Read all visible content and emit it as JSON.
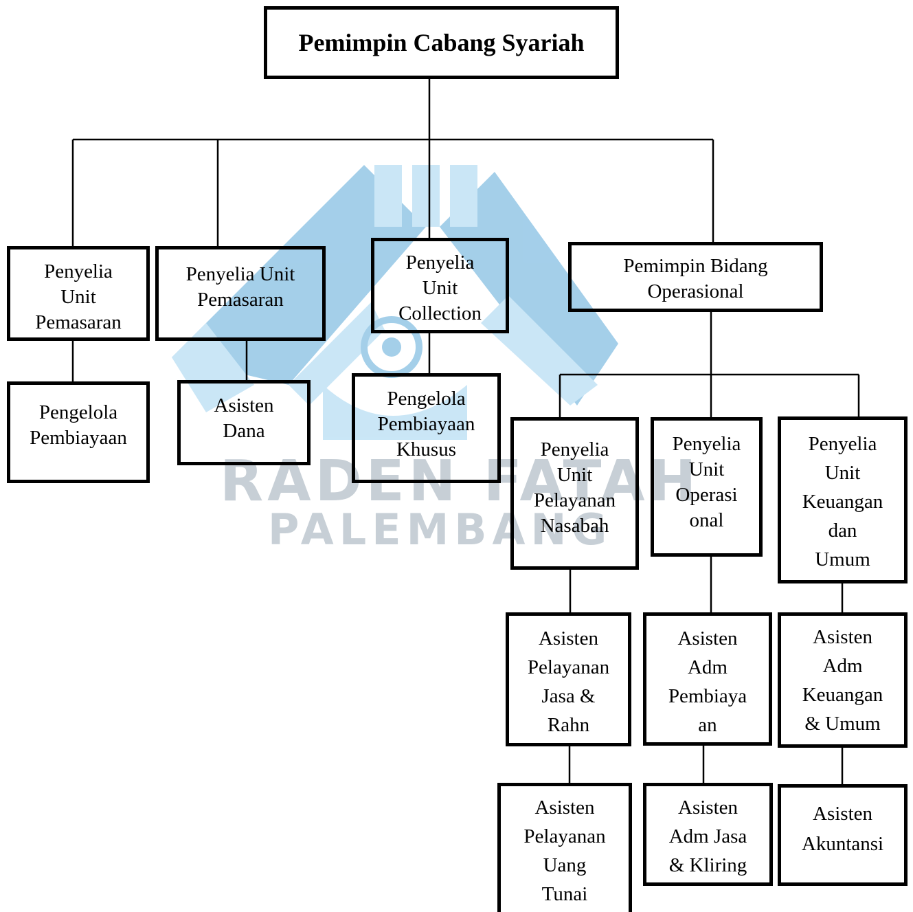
{
  "diagram": {
    "root": {
      "lines": [
        "Pemimpin Cabang Syariah"
      ]
    },
    "nodes": {
      "penyelia_unit_pemasaran_1": {
        "lines": [
          "Penyelia",
          "Unit",
          "Pemasaran"
        ]
      },
      "penyelia_unit_pemasaran_2": {
        "lines": [
          "Penyelia Unit",
          "Pemasaran"
        ]
      },
      "penyelia_unit_collection": {
        "lines": [
          "Penyelia",
          "Unit",
          "Collection"
        ]
      },
      "pemimpin_bidang_operasional": {
        "lines": [
          "Pemimpin Bidang",
          "Operasional"
        ]
      },
      "pengelola_pembiayaan": {
        "lines": [
          "Pengelola",
          "Pembiayaan"
        ]
      },
      "asisten_dana": {
        "lines": [
          "Asisten",
          "Dana"
        ]
      },
      "pengelola_pembiayaan_khusus": {
        "lines": [
          "Pengelola",
          "Pembiayaan",
          "Khusus"
        ]
      },
      "penyelia_unit_pelayanan_nasabah": {
        "lines": [
          "Penyelia",
          "Unit",
          "Pelayanan",
          "Nasabah"
        ]
      },
      "penyelia_unit_operasional": {
        "lines": [
          "Penyelia",
          "Unit",
          "Operasi",
          "onal"
        ]
      },
      "penyelia_unit_keuangan_umum": {
        "lines": [
          "Penyelia",
          "Unit",
          "Keuangan",
          "dan",
          "Umum"
        ]
      },
      "asisten_pelayanan_jasa_rahn": {
        "lines": [
          "Asisten",
          "Pelayanan",
          "Jasa &",
          "Rahn"
        ]
      },
      "asisten_adm_pembiayaan": {
        "lines": [
          "Asisten",
          "Adm",
          "Pembiaya",
          "an"
        ]
      },
      "asisten_adm_keuangan_umum": {
        "lines": [
          "Asisten",
          "Adm",
          "Keuangan",
          "& Umum"
        ]
      },
      "asisten_pelayanan_uang_tunai": {
        "lines": [
          "Asisten",
          "Pelayanan",
          "Uang",
          "Tunai"
        ]
      },
      "asisten_adm_jasa_kliring": {
        "lines": [
          "Asisten",
          "Adm Jasa",
          "& Kliring"
        ]
      },
      "asisten_akuntansi": {
        "lines": [
          "Asisten",
          "Akuntansi"
        ]
      }
    }
  },
  "watermark": {
    "lines": [
      "RADEN FATAH",
      "PALEMBANG"
    ],
    "colors": {
      "light": "#9fd3f0",
      "mid": "#5aa8d8",
      "dark": "#1f6fa8",
      "text": "#c7cfd6"
    }
  }
}
